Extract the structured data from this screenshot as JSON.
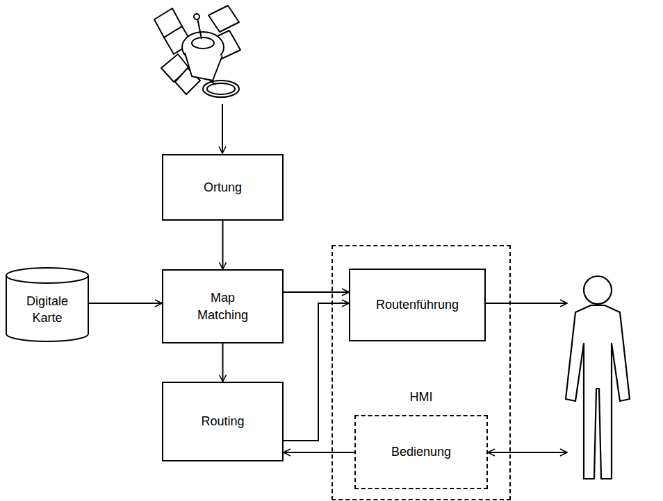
{
  "diagram": {
    "nodes": [
      {
        "text": [
          "Ortung"
        ]
      },
      {
        "text": [
          "Digitale Karte"
        ]
      },
      {
        "text": [
          "Map Matching"
        ]
      },
      {
        "text": [
          "HMI"
        ]
      },
      {
        "text": [
          "Routenführung"
        ],
        "in": 3
      },
      {
        "text": [
          "Routing"
        ]
      },
      {
        "text": [
          "Bedienung"
        ],
        "in": 3
      }
    ],
    "edges": [
      {
        "from": 0,
        "to": 2,
        "arrow": "to"
      },
      {
        "from": 1,
        "to": 2,
        "arrow": "to"
      },
      {
        "from": 2,
        "to": 4,
        "arrow": "to"
      },
      {
        "from": 2,
        "to": 5,
        "arrow": "to"
      },
      {
        "from": 5,
        "to": 4,
        "arrow": "to"
      },
      {
        "from": 6,
        "to": 5,
        "arrow": "to"
      }
    ]
  }
}
